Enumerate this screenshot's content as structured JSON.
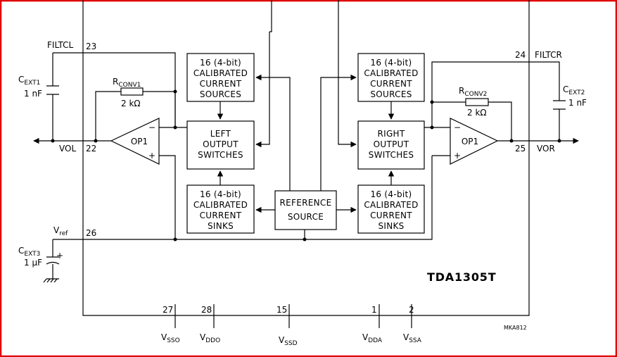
{
  "chip_name": "TDA1305T",
  "code": "MKA812",
  "blocks": {
    "left_sources": [
      "16 (4-bit)",
      "CALIBRATED",
      "CURRENT",
      "SOURCES"
    ],
    "left_switches": [
      "LEFT",
      "OUTPUT",
      "SWITCHES"
    ],
    "left_sinks": [
      "16 (4-bit)",
      "CALIBRATED",
      "CURRENT",
      "SINKS"
    ],
    "reference": [
      "REFERENCE",
      "SOURCE"
    ],
    "right_sources": [
      "16 (4-bit)",
      "CALIBRATED",
      "CURRENT",
      "SOURCES"
    ],
    "right_switches": [
      "RIGHT",
      "OUTPUT",
      "SWITCHES"
    ],
    "right_sinks": [
      "16 (4-bit)",
      "CALIBRATED",
      "CURRENT",
      "SINKS"
    ]
  },
  "opamps": {
    "left": "OP1",
    "right": "OP1",
    "minus": "−",
    "plus": "+"
  },
  "components": {
    "cext1": {
      "main": "C",
      "sub": "EXT1",
      "value": "1 nF"
    },
    "cext2": {
      "main": "C",
      "sub": "EXT2",
      "value": "1 nF"
    },
    "cext3": {
      "main": "C",
      "sub": "EXT3",
      "value": "1 μF",
      "polarity": "+"
    },
    "rconv1": {
      "main": "R",
      "sub": "CONV1",
      "value": "2 kΩ"
    },
    "rconv2": {
      "main": "R",
      "sub": "CONV2",
      "value": "2 kΩ"
    }
  },
  "pins": {
    "filtcl": {
      "name": "FILTCL",
      "num": "23"
    },
    "vol": {
      "name": "VOL",
      "num": "22"
    },
    "vref": {
      "main": "V",
      "sub": "ref",
      "num": "26"
    },
    "filtcr": {
      "name": "FILTCR",
      "num": "24"
    },
    "vor": {
      "name": "VOR",
      "num": "25"
    },
    "vsso": {
      "main": "V",
      "sub": "SSO",
      "num": "27"
    },
    "vddo": {
      "main": "V",
      "sub": "DDO",
      "num": "28"
    },
    "vssd": {
      "main": "V",
      "sub": "SSD",
      "num": "15"
    },
    "vdda": {
      "main": "V",
      "sub": "DDA",
      "num": "1"
    },
    "vssa": {
      "main": "V",
      "sub": "SSA",
      "num": "2"
    }
  }
}
